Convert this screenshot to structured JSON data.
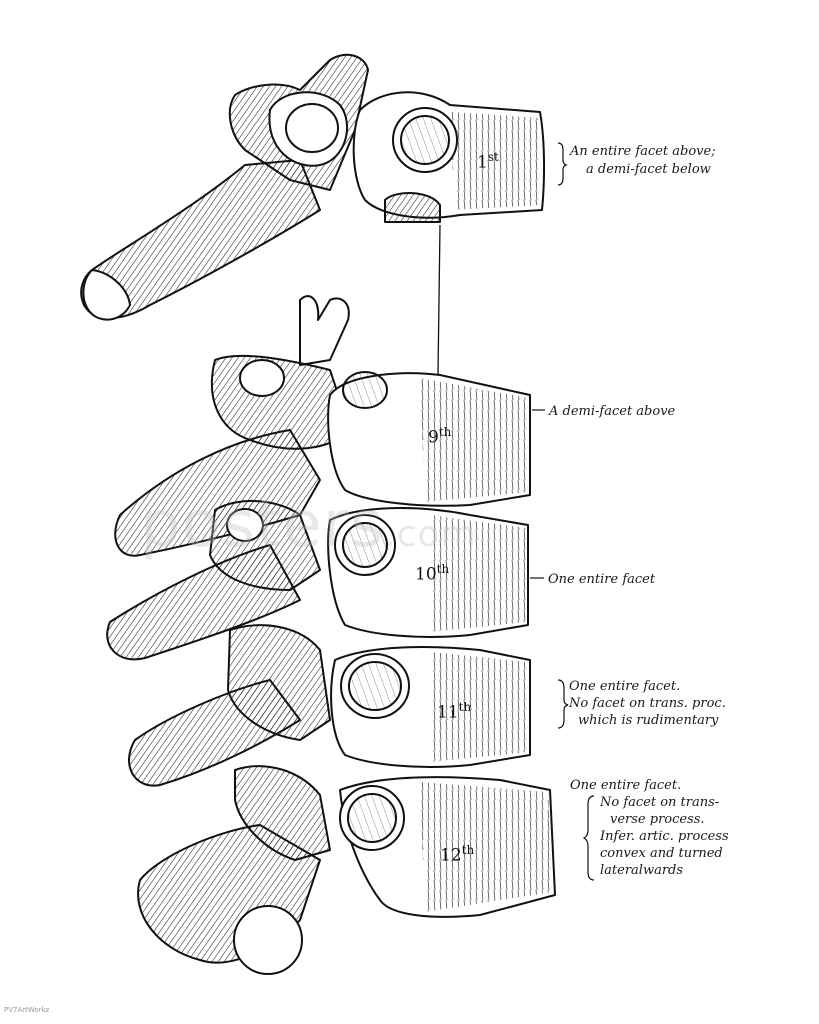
{
  "vertebrae": [
    {
      "num": "1",
      "suffix": "st"
    },
    {
      "num": "9",
      "suffix": "th"
    },
    {
      "num": "10",
      "suffix": "th"
    },
    {
      "num": "11",
      "suffix": "th"
    },
    {
      "num": "12",
      "suffix": "th"
    }
  ],
  "annotations": {
    "first": [
      "An entire facet above;",
      "a demi-facet below"
    ],
    "ninth": [
      "A demi-facet above"
    ],
    "tenth": [
      "One entire facet"
    ],
    "eleventh": [
      "One entire facet.",
      "No facet on trans. proc.",
      "which is rudimentary"
    ],
    "twelfth": [
      "One entire facet.",
      "No facet on trans-",
      "verse process.",
      "Infer. artic. process",
      "convex and turned",
      "lateralwards"
    ]
  },
  "watermark": {
    "main": "posters",
    "suffix": ".com"
  },
  "image_code": "PV7ArtWorkz"
}
